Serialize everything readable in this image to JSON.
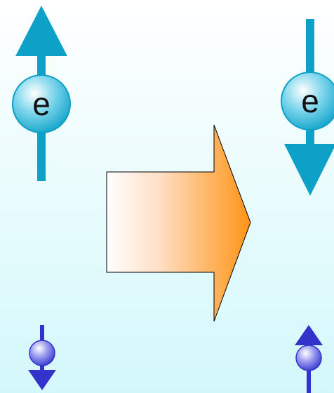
{
  "electron_before": {
    "label": "e",
    "spin": "up",
    "color": "#0ea1c8"
  },
  "electron_after": {
    "label": "e",
    "spin": "down",
    "color": "#0ea1c8"
  },
  "nucleus_before": {
    "spin": "down",
    "color": "#3333cc"
  },
  "nucleus_after": {
    "spin": "up",
    "color": "#3333cc"
  },
  "transition_arrow": {
    "direction": "right",
    "gradient_start": "#ffffff",
    "gradient_end": "#ff9416"
  },
  "background": {
    "top": "#ffffff",
    "bottom": "#d3f8fb"
  }
}
